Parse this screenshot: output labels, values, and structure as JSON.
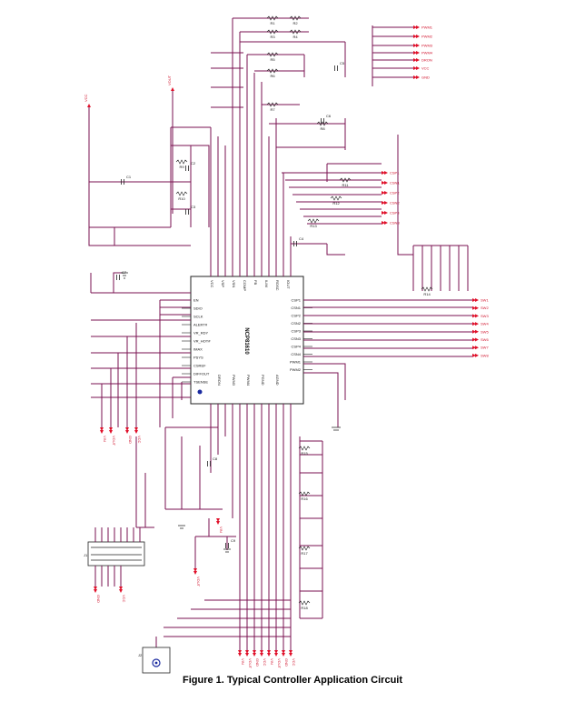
{
  "caption": "Figure 1. Typical Controller Application Circuit",
  "ic": {
    "part_number": "NCP81610",
    "left_pins": [
      "EN",
      "SDIO",
      "SCLK",
      "ALERT#",
      "VR_RDY",
      "VR_HOT#",
      "IMAX",
      "PSYS",
      "CSREF",
      "DIFFOUT",
      "TSENSE"
    ],
    "right_pins": [
      "CSP1",
      "CSN1",
      "CSP2",
      "CSN2",
      "CSP3",
      "CSN3",
      "CSP4",
      "CSN4",
      "PWM1",
      "PWM2"
    ],
    "top_pins": [
      "VCC",
      "VSP",
      "VSN",
      "COMP",
      "FB",
      "ILIM",
      "ROSC",
      "IOUT"
    ],
    "bottom_pins": [
      "DRON",
      "PWM3",
      "PWM4",
      "PGND",
      "AGND"
    ]
  },
  "components": {
    "resistors": [
      "R1",
      "R2",
      "R3",
      "R4",
      "R5",
      "R6",
      "R7",
      "R8",
      "R9",
      "R10",
      "R11",
      "R12",
      "R13",
      "R14",
      "R15",
      "R16",
      "R17",
      "R18"
    ],
    "capacitors": [
      "C1",
      "C2",
      "C3",
      "C4",
      "C5",
      "C6",
      "C7",
      "C8",
      "C9"
    ],
    "connectors": [
      "J1",
      "J2"
    ]
  },
  "nets": {
    "top_right": [
      "PWM1",
      "PWM2",
      "PWM3",
      "PWM4",
      "DRON",
      "VCC",
      "GND"
    ],
    "middle_right": [
      "CSP1",
      "CSN1",
      "CSP2",
      "CSN2",
      "CSP3",
      "CSN3"
    ],
    "far_right": [
      "SW1",
      "SW2",
      "SW3",
      "SW4",
      "SW5",
      "SW6",
      "SW7",
      "SW8"
    ],
    "bottom": [
      "VIN",
      "VOUT",
      "GND",
      "VCC"
    ]
  },
  "colors": {
    "wire": "#7a1250",
    "net_flag": "#e0102a",
    "chip_outline": "#222222",
    "pin_marker": "#1a2aa0"
  }
}
